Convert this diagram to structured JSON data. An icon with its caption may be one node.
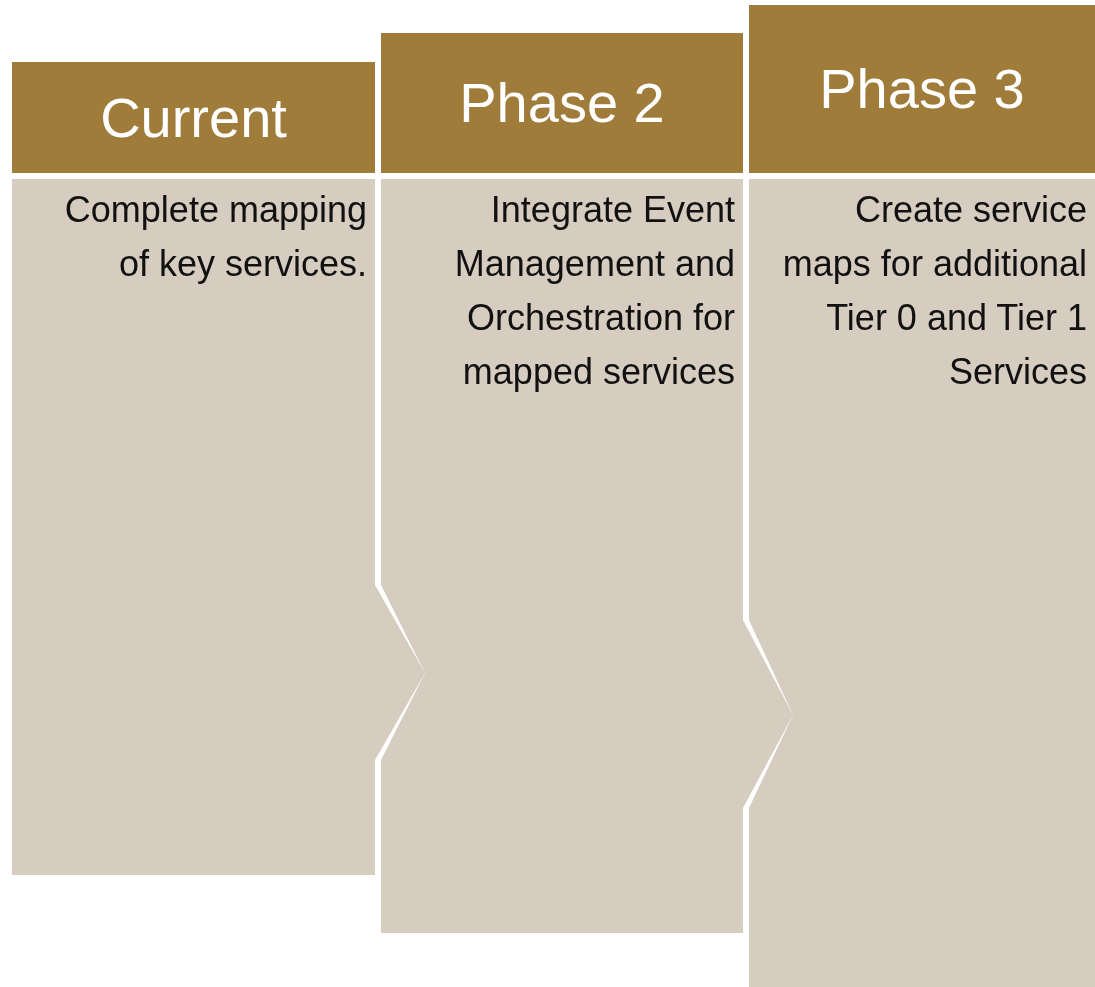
{
  "diagram": {
    "nodes": [
      {
        "text": [
          "Current"
        ]
      },
      {
        "text": [
          "Complete mapping of key services."
        ]
      },
      {
        "text": [
          "Phase 2"
        ]
      },
      {
        "text": [
          "Integrate Event Management and Orchestration for mapped services"
        ]
      },
      {
        "text": [
          "Phase 3"
        ]
      },
      {
        "text": [
          "Create service maps for additional Tier 0 and Tier 1 Services"
        ]
      }
    ]
  }
}
